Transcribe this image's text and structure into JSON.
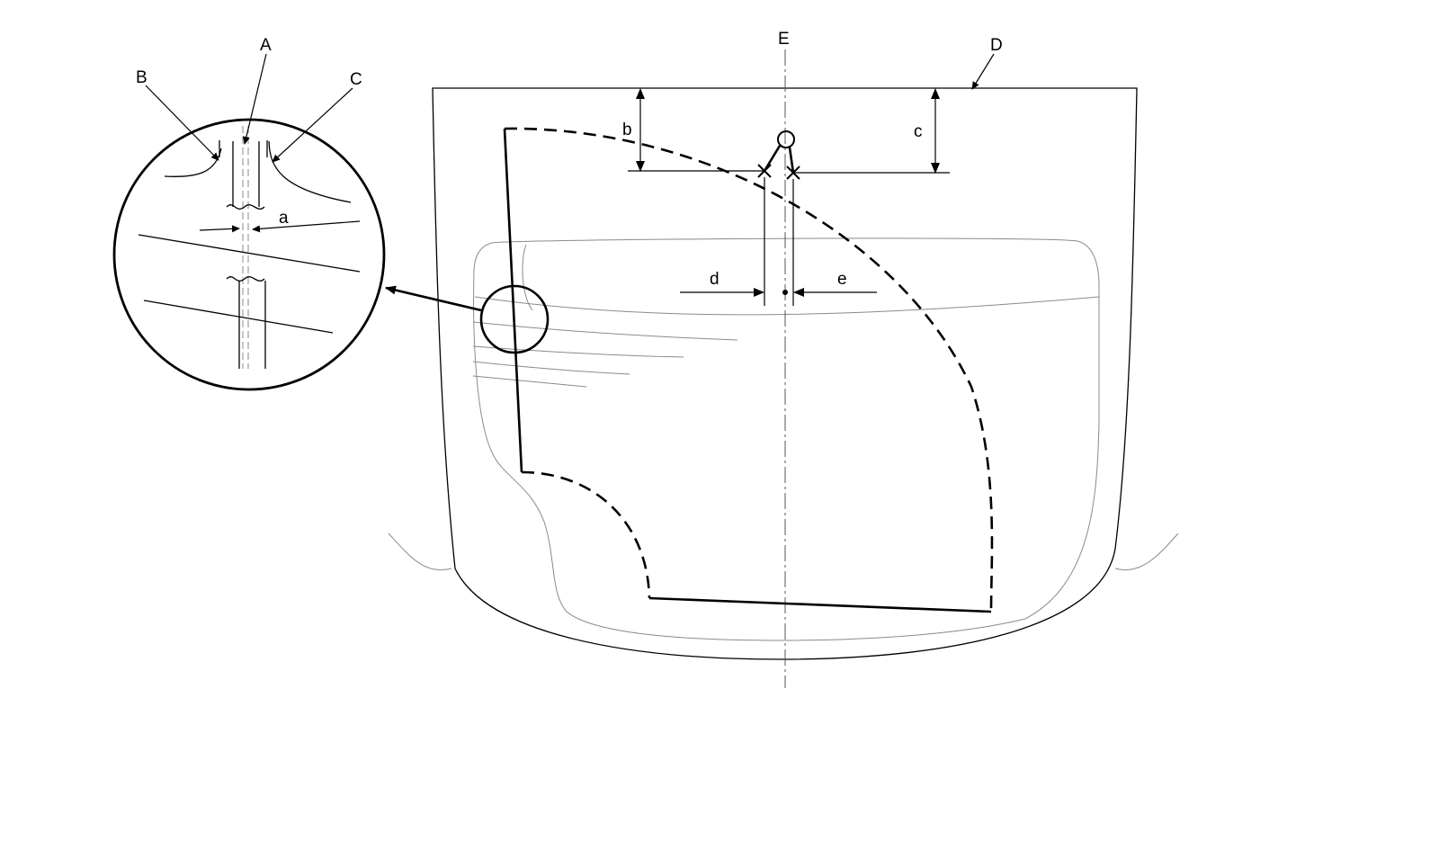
{
  "diagram": {
    "callouts": {
      "A": "A",
      "B": "B",
      "C": "C",
      "D": "D",
      "E": "E"
    },
    "dimensions": {
      "a": "a",
      "b": "b",
      "c": "c",
      "d": "d",
      "e": "e"
    }
  }
}
